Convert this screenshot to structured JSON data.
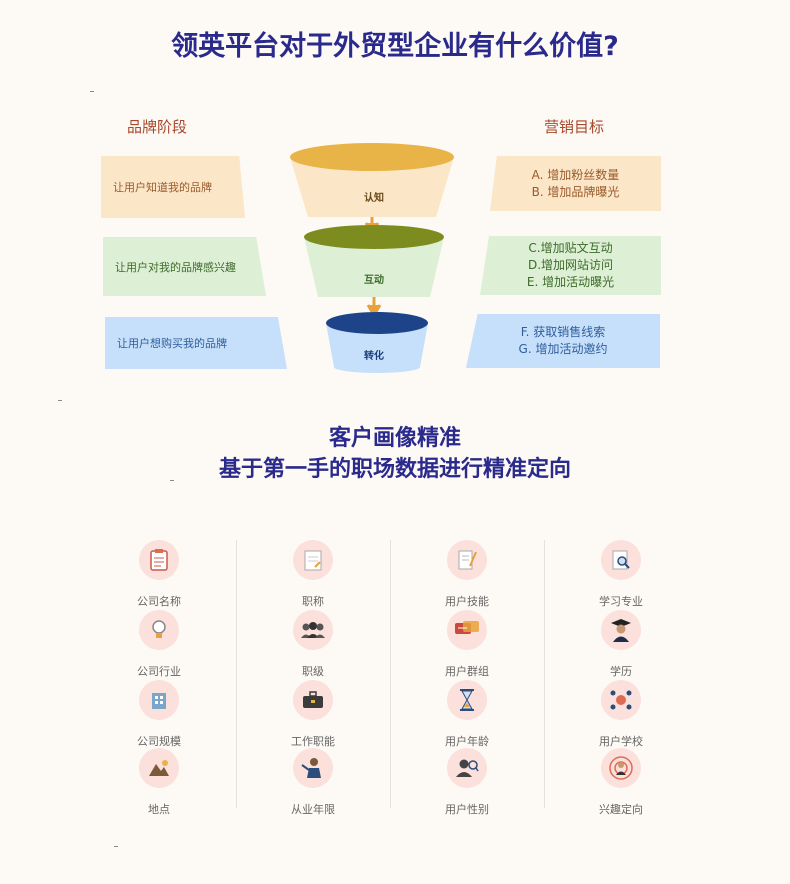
{
  "main_title": "领英平台对于外贸型企业有什么价值?",
  "funnel_section": {
    "brand_heading": "品牌阶段",
    "goal_heading": "营销目标",
    "stages": [
      {
        "text": "让用户知道我的品牌",
        "funnel_label": "认知",
        "goals": [
          "A. 增加粉丝数量",
          "B. 增加品牌曝光"
        ]
      },
      {
        "text": "让用户对我的品牌感兴趣",
        "funnel_label": "互动",
        "goals": [
          "C.增加贴文互动",
          "D.增加网站访问",
          "E. 增加活动曝光"
        ]
      },
      {
        "text": "让用户想购买我的品牌",
        "funnel_label": "转化",
        "goals": [
          "F. 获取销售线索",
          "G. 增加活动邀约"
        ]
      }
    ],
    "colors": {
      "stage1": "#fbe6c8",
      "stage2": "#ddefd5",
      "stage3": "#c6dffa",
      "top1": "#e8b347",
      "top2": "#7d8c1f",
      "top3": "#1d4488",
      "arrow": "#e8a23c"
    }
  },
  "persona_section": {
    "title_line1": "客户画像精准",
    "title_line2": "基于第一手的职场数据进行精准定向",
    "columns": [
      [
        {
          "label": "公司名称",
          "icon": "clipboard-icon"
        },
        {
          "label": "公司行业",
          "icon": "lightbulb-icon"
        },
        {
          "label": "公司规模",
          "icon": "building-icon"
        },
        {
          "label": "地点",
          "icon": "mountain-icon"
        }
      ],
      [
        {
          "label": "职称",
          "icon": "notepad-icon"
        },
        {
          "label": "职级",
          "icon": "people-group-icon"
        },
        {
          "label": "工作职能",
          "icon": "briefcase-icon"
        },
        {
          "label": "从业年限",
          "icon": "presenter-icon"
        }
      ],
      [
        {
          "label": "用户技能",
          "icon": "pencil-notebook-icon"
        },
        {
          "label": "用户群组",
          "icon": "chat-bubbles-icon"
        },
        {
          "label": "用户年龄",
          "icon": "hourglass-icon"
        },
        {
          "label": "用户性别",
          "icon": "user-search-icon"
        }
      ],
      [
        {
          "label": "学习专业",
          "icon": "magnifier-document-icon"
        },
        {
          "label": "学历",
          "icon": "graduate-icon"
        },
        {
          "label": "用户学校",
          "icon": "network-icon"
        },
        {
          "label": "兴趣定向",
          "icon": "target-person-icon"
        }
      ]
    ]
  }
}
